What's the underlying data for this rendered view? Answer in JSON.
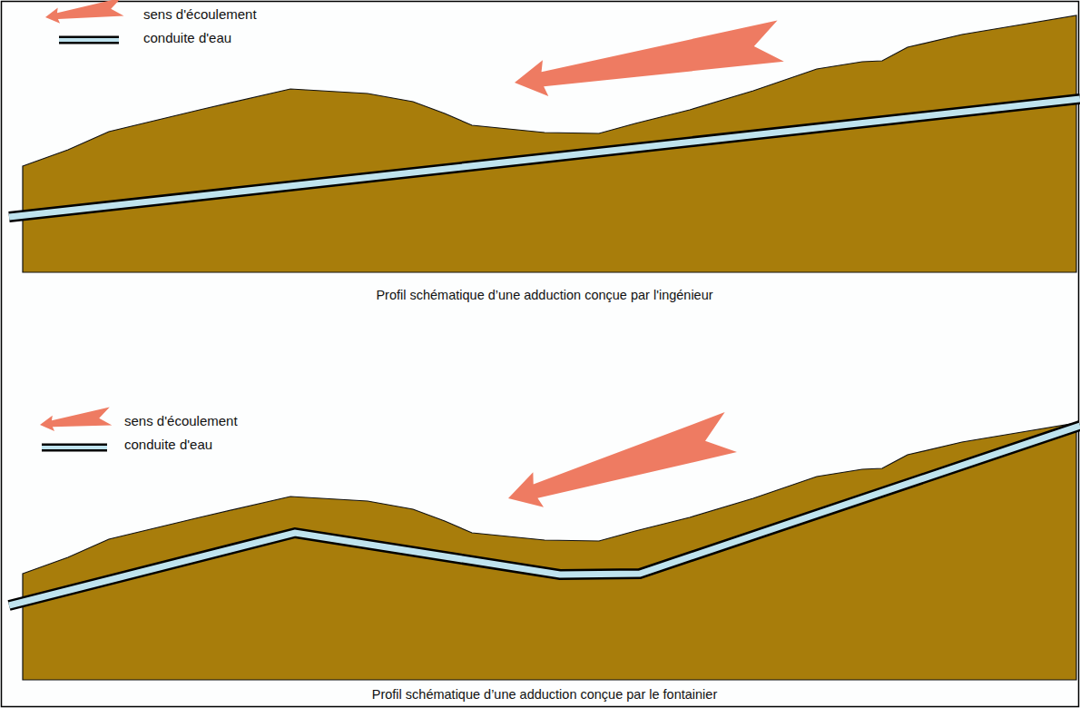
{
  "diagram": {
    "labels": [
      "Profil schématique d’une adduction conçue par l'ingénieur",
      "Profil schématique d’une adduction conçue par le fontainier"
    ],
    "legend": [
      {
        "text": "sens d'écoulement"
      },
      {
        "text": "conduite d'eau"
      },
      {
        "text": "sens d'écoulement"
      },
      {
        "text": "conduite d'eau"
      }
    ]
  }
}
